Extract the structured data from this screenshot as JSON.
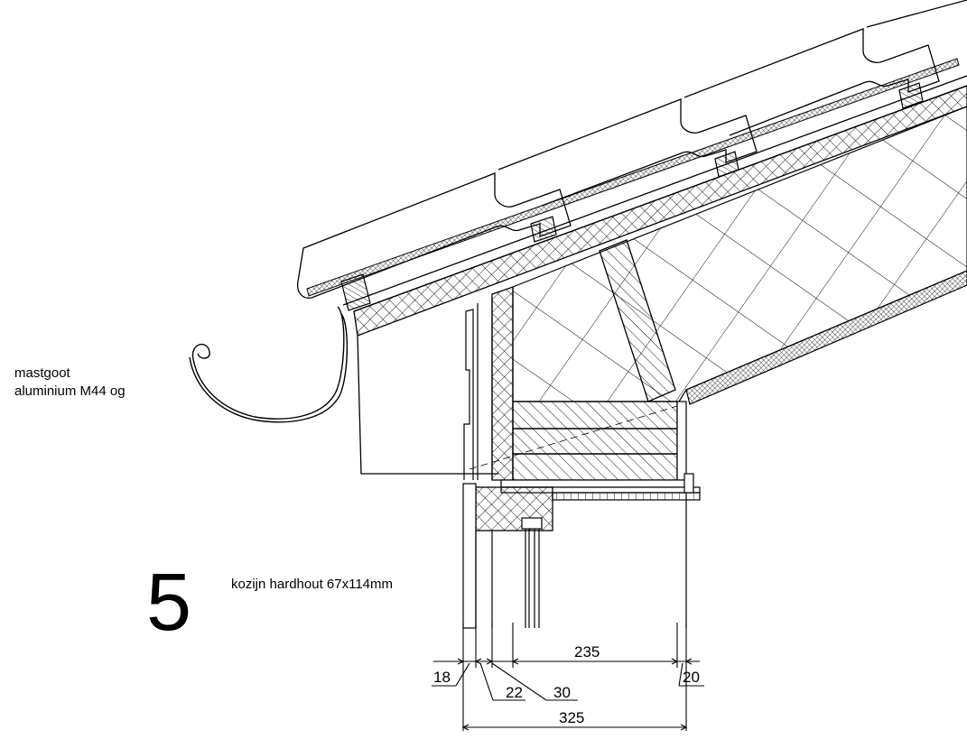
{
  "labels": {
    "gutter_line1": "mastgoot",
    "gutter_line2": "aluminium M44 og",
    "frame": "kozijn hardhout 67x114mm",
    "detail_number": "5"
  },
  "dimensions": {
    "d18": "18",
    "d22": "22",
    "d30": "30",
    "d235": "235",
    "d20": "20",
    "d325": "325"
  }
}
